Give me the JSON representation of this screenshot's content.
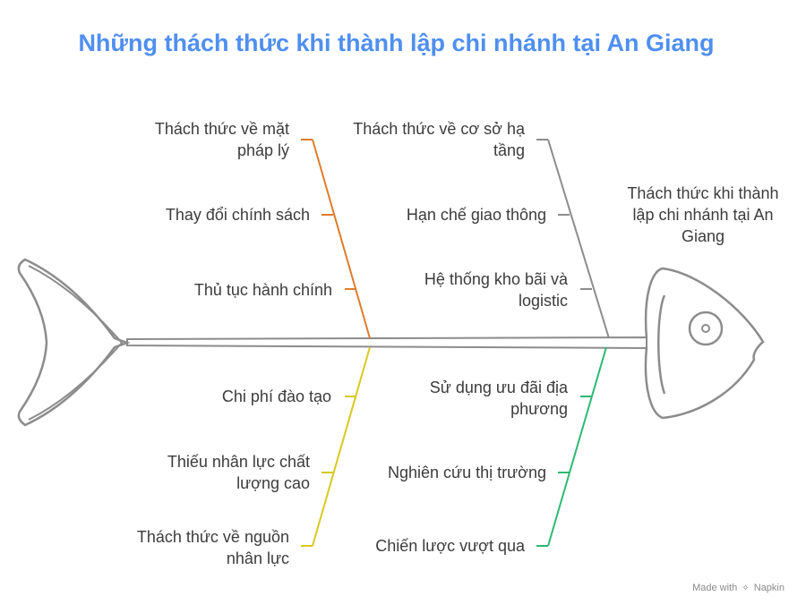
{
  "title": "Những thách thức khi thành lập chi nhánh tại An Giang",
  "head_label": "Thách thức khi thành lập chi nhánh tại An Giang",
  "branches": {
    "legal": {
      "color": "#e07c2a",
      "title": "Thách thức về mặt pháp lý",
      "items": [
        "Thay đổi chính sách",
        "Thủ tục hành chính"
      ]
    },
    "infrastructure": {
      "color": "#8c8c8c",
      "title": "Thách thức về cơ sở hạ tầng",
      "items": [
        "Hạn chế giao thông",
        "Hệ thống kho bãi và logistic"
      ]
    },
    "human": {
      "color": "#d9c81f",
      "title": "Thách thức về nguồn nhân lực",
      "items": [
        "Chi phí đào tạo",
        "Thiếu nhân lực chất lượng cao"
      ]
    },
    "strategy": {
      "color": "#2eb873",
      "title": "Chiến lược vượt qua",
      "items": [
        "Sử dụng ưu đãi địa phương",
        "Nghiên cứu thị trường"
      ]
    }
  },
  "credit": {
    "made_with": "Made with",
    "brand": "Napkin"
  }
}
